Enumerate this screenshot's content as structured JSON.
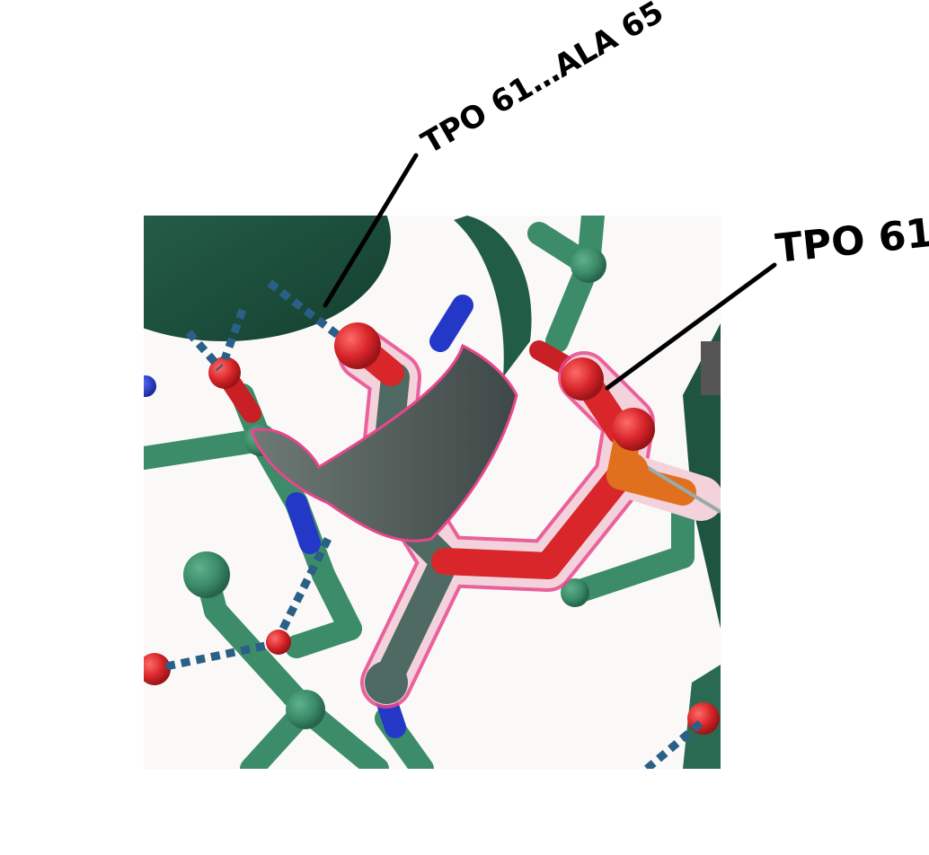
{
  "annotations": {
    "hbond_label": "TPO 61…ALA 65",
    "residue_label": "TPO 61"
  },
  "colors": {
    "background_panel": "#faf9f7",
    "carbon": "#3c8c6a",
    "carbon_dark": "#1f5540",
    "cartoon": "#1e5a44",
    "nitrogen": "#2438c8",
    "oxygen": "#d8262a",
    "phosphorus": "#e0701e",
    "highlight_outline": "#e8468c",
    "hbond": "#2a5f86"
  },
  "icons": [
    "molecule-viewer"
  ]
}
